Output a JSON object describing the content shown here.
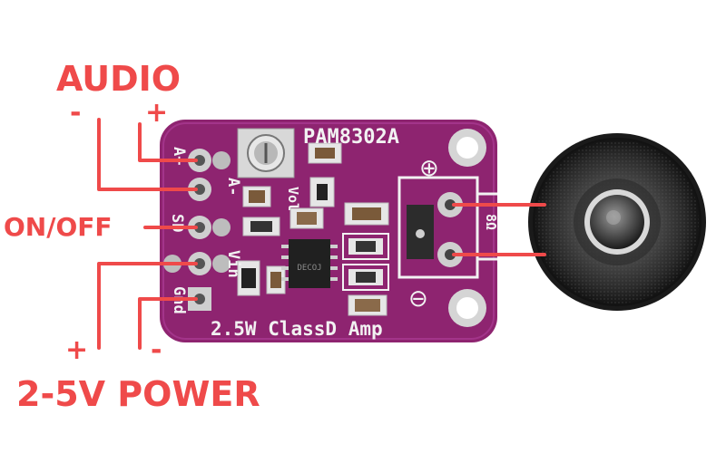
{
  "colors": {
    "callout": "#ef4a4a",
    "board": "#8e2470",
    "silkscreen": "#f2f2f2",
    "pad": "#c9c9c9",
    "speaker": "#2f2f2f"
  },
  "callouts": {
    "audio": "AUDIO",
    "audio_minus": "-",
    "audio_plus": "+",
    "on_off": "ON/OFF",
    "power": "2-5V POWER",
    "power_plus": "+",
    "power_minus": "-"
  },
  "board": {
    "title": "PAM8302A",
    "footer": "2.5W ClassD Amp",
    "pins": [
      "A+",
      "A-",
      "SD",
      "Vin",
      "Gnd"
    ],
    "vol_label": "Vol",
    "ohm_label": "8Ω",
    "plus_symbol": "⊕",
    "minus_symbol": "⊖",
    "chip_marking": "DECOJ"
  },
  "icons": {
    "speaker": "speaker-icon",
    "potentiometer": "potentiometer-icon",
    "amplifier_chip": "chip-icon"
  }
}
